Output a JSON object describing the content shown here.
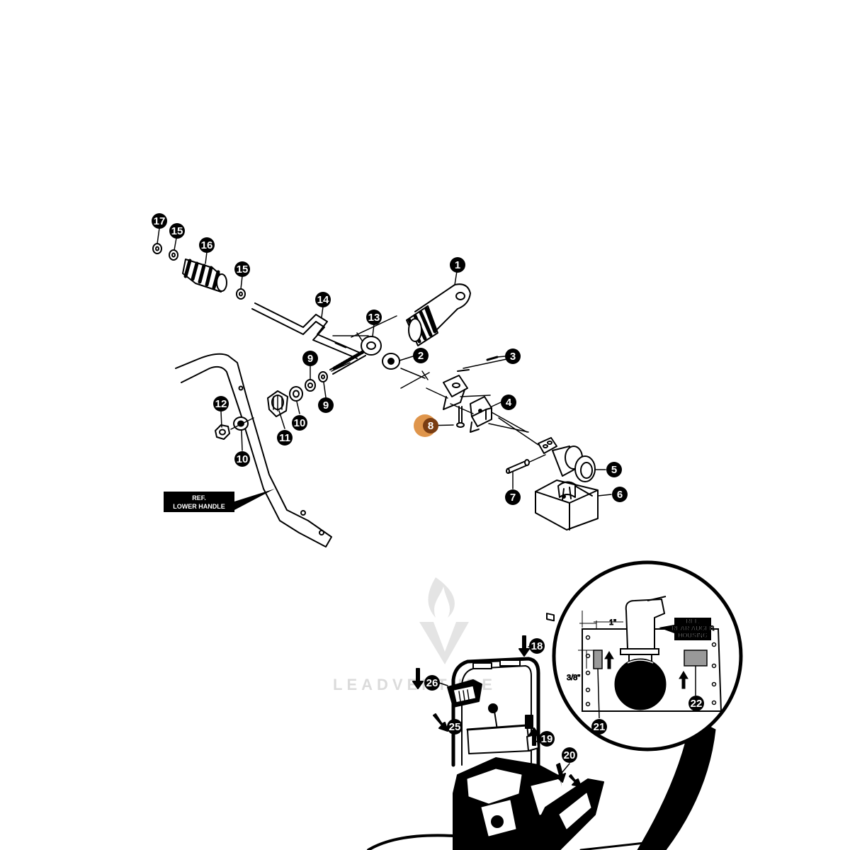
{
  "colors": {
    "ink": "#000000",
    "paper": "#ffffff",
    "highlight": "#d9822b",
    "highlight_fill": "#7a3d12",
    "watermark": "#d8d8d8"
  },
  "callouts": {
    "c1": "1",
    "c2": "2",
    "c3": "3",
    "c4": "4",
    "c5": "5",
    "c6": "6",
    "c7": "7",
    "c8": "8",
    "c9a": "9",
    "c9b": "9",
    "c10a": "10",
    "c10b": "10",
    "c11": "11",
    "c12": "12",
    "c13": "13",
    "c14": "14",
    "c15a": "15",
    "c15b": "15",
    "c16": "16",
    "c17": "17",
    "c18": "18",
    "c19": "19",
    "c20": "20",
    "c21": "21",
    "c22": "22",
    "c25": "25",
    "c26": "26"
  },
  "selected_callout": "8",
  "ref_lower_handle": [
    "REF.",
    "LOWER HANDLE"
  ],
  "ref_rear_auger": [
    "REF.",
    "REAR AUGER",
    "HOUSING"
  ],
  "dimensions": {
    "d1": "1\"",
    "d2": "3/8\""
  },
  "watermark": {
    "text": "LEADVENTURE",
    "icon": "flame-v-logo-icon"
  }
}
